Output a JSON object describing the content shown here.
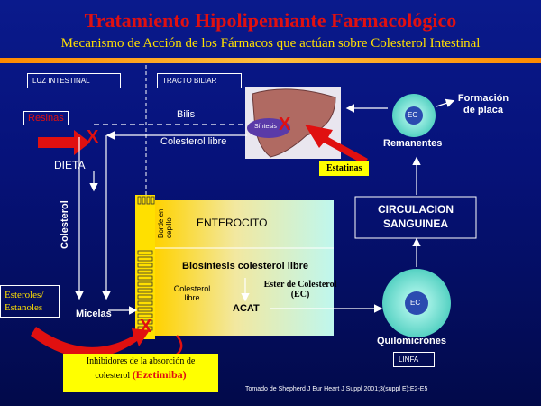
{
  "title": "Tratamiento Hipolipemiante Farmacológico",
  "subtitle": "Mecanismo de Acción de los Fármacos que actúan sobre Colesterol Intestinal",
  "regions": {
    "luz": "LUZ INTESTINAL",
    "tracto": "TRACTO BILIAR",
    "linfa": "LINFA"
  },
  "labels": {
    "resinas": "Resinas",
    "bilis": "Bilis",
    "colesterol_libre_top": "Colesterol libre",
    "sintesis": "Síntesis",
    "estatinas": "Estatinas",
    "dieta": "DIETA",
    "colesterol_vertical": "Colesterol",
    "enterocito": "ENTEROCITO",
    "borde_cepillo": "Borde en cepillo",
    "biosintesis": "Biosíntesis colesterol libre",
    "colesterol_libre_inner": "Colesterol libre",
    "ester": "Ester de Colesterol (EC)",
    "acat": "ACAT",
    "micelas": "Micelas",
    "esteroles": "Esteroles/",
    "estanoles": "Estanoles",
    "inhibidores_1": "Inhibidores de la absorción de",
    "inhibidores_2": "colesterol",
    "ezetimiba": "(Ezetimiba)",
    "formacion": "Formación de placa",
    "remanentes": "Remanentes",
    "circulacion": "CIRCULACION SANGUINEA",
    "quilomicrones": "Quilomicrones",
    "ec_small": "EC",
    "ec_big": "EC",
    "x_mark": "X",
    "fuente": "Tomado de Shepherd J Eur Heart J Suppl 2001;3(suppl E):E2-E5"
  },
  "colors": {
    "accent_red": "#e01010",
    "yellow": "#ffff00",
    "teal": "#bff7ee",
    "orange": "#ff8a00"
  }
}
